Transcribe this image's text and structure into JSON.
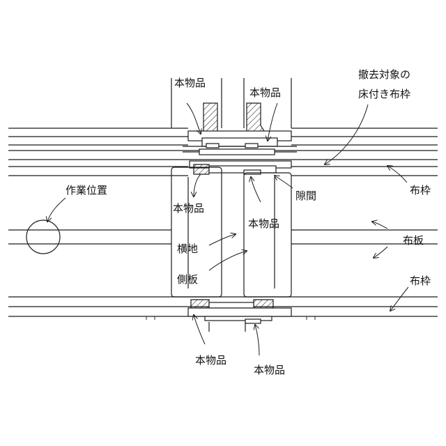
{
  "labels": {
    "honbutsu_top_left": "本物品",
    "honbutsu_top_right": "本物品",
    "tekkyo_line1": "撤去対象の",
    "tekkyo_line2": "床付き布枠",
    "sakugyo": "作業位置",
    "honbutsu_mid_left": "本物品",
    "sukima": "隙間",
    "nunowaku_upper": "布枠",
    "honbutsu_mid_right": "本物品",
    "yokoji": "横地",
    "nunoita": "布板",
    "sokuban": "側板",
    "nunowaku_lower": "布枠",
    "honbutsu_bottom_left": "本物品",
    "honbutsu_bottom_right": "本物品"
  }
}
